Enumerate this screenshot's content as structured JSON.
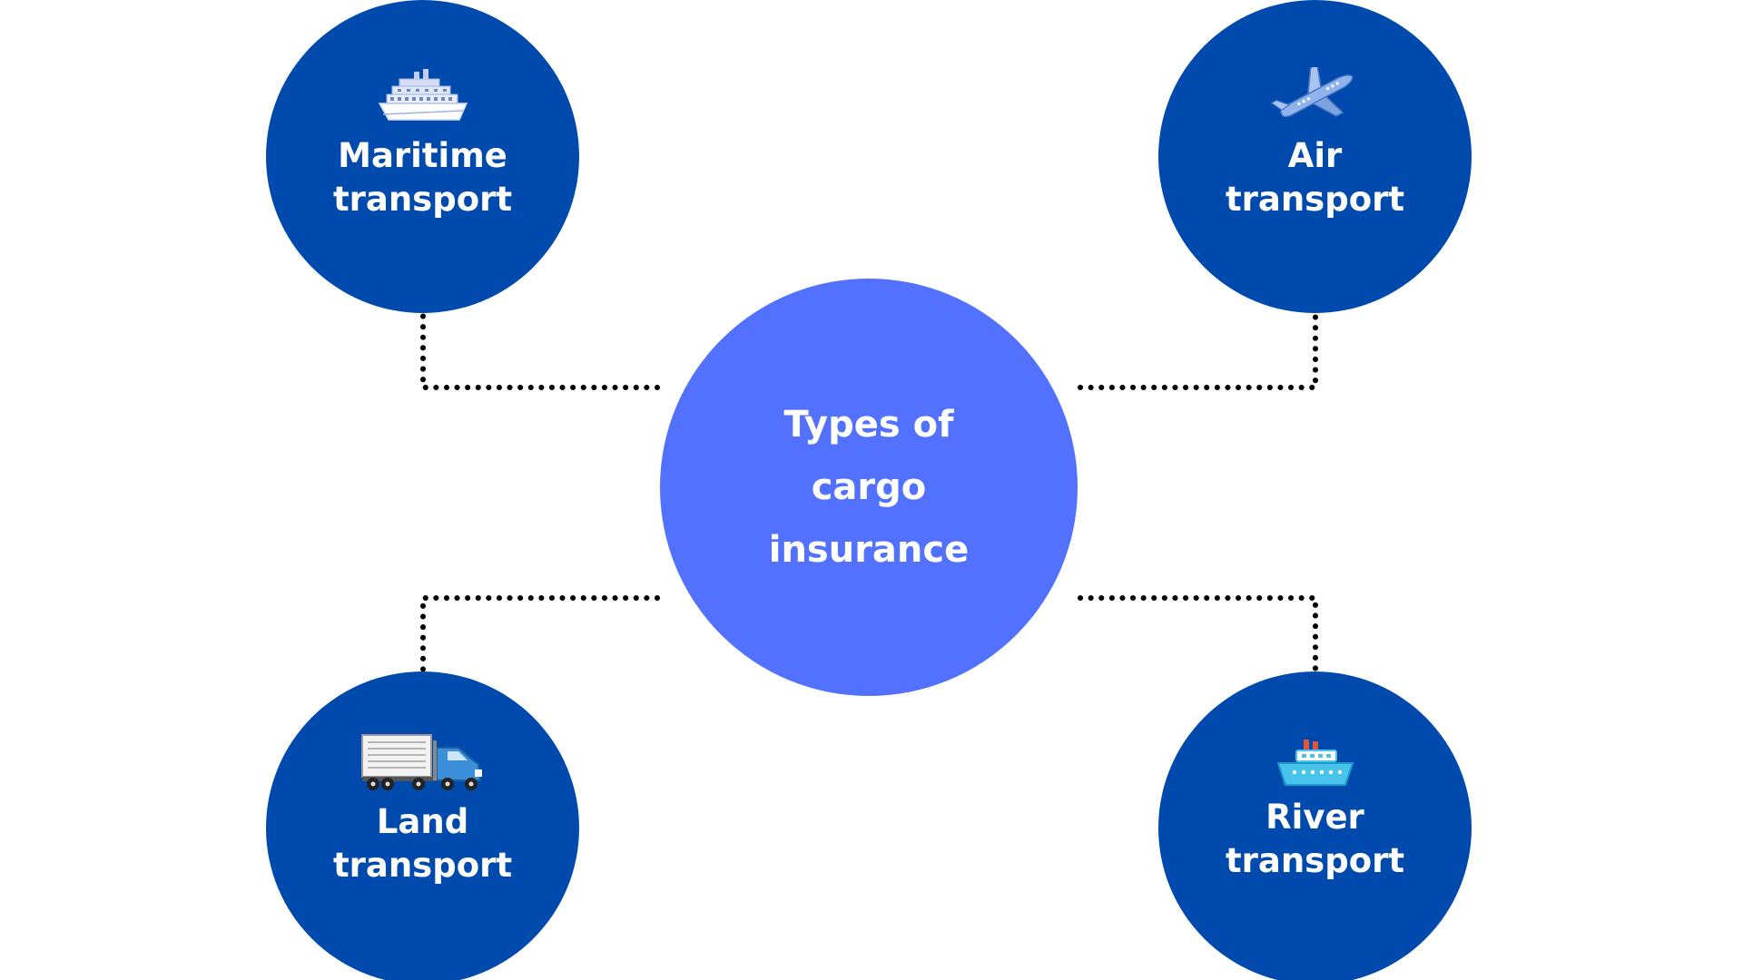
{
  "colors": {
    "background": "#ffffff",
    "center_fill": "#5271ff",
    "node_fill": "#004aad",
    "text": "#ffffff",
    "connector": "#000000"
  },
  "center": {
    "label_lines": [
      "Types of",
      "cargo",
      "insurance"
    ]
  },
  "nodes": {
    "maritime": {
      "label_lines": [
        "Maritime",
        "transport"
      ],
      "icon": "cruise-ship-icon"
    },
    "air": {
      "label_lines": [
        "Air",
        "transport"
      ],
      "icon": "airplane-icon"
    },
    "land": {
      "label_lines": [
        "Land",
        "transport"
      ],
      "icon": "truck-icon"
    },
    "river": {
      "label_lines": [
        "River",
        "transport"
      ],
      "icon": "boat-icon"
    }
  },
  "connectors": [
    {
      "from": "center",
      "to": "maritime",
      "style": "dotted",
      "arrow": "end"
    },
    {
      "from": "center",
      "to": "air",
      "style": "dotted",
      "arrow": "end"
    },
    {
      "from": "center",
      "to": "land",
      "style": "dotted",
      "arrow": "end"
    },
    {
      "from": "center",
      "to": "river",
      "style": "dotted",
      "arrow": "end"
    }
  ]
}
